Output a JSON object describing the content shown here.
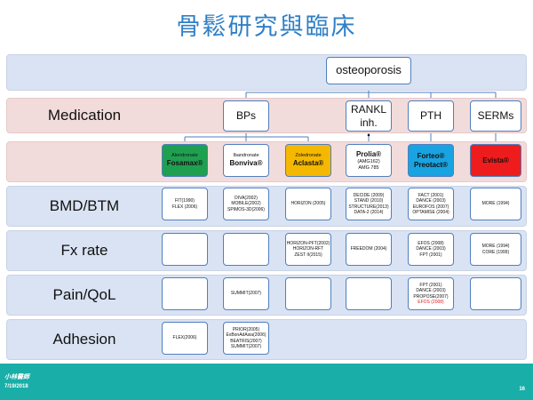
{
  "title": "骨鬆研究與臨床",
  "root": "osteoporosis",
  "rows": {
    "medication": "Medication",
    "bmd": "BMD/BTM",
    "fx": "Fx rate",
    "pain": "Pain/QoL",
    "adhesion": "Adhesion"
  },
  "categories": {
    "bps": "BPs",
    "rankl_line1": "RANKL",
    "rankl_line2": "inh.",
    "pth": "PTH",
    "serms": "SERMs"
  },
  "drugs": {
    "alendronate": {
      "generic": "Alendronate",
      "brand": "Fosamax®",
      "color": "#1fa050"
    },
    "ibandronate": {
      "generic": "Ibandronate",
      "brand": "Bonviva®",
      "color": "#ffffff"
    },
    "zoledronate": {
      "generic": "Zoledronate",
      "brand": "Aclasta®",
      "color": "#f5b800"
    },
    "denosumab": {
      "brand": "Prolia®",
      "code": "(AMG162)",
      "code2": "AMG 785",
      "color": "#ffffff"
    },
    "pth": {
      "brand1": "Forteo®",
      "brand2": "Preotact®",
      "color": "#19a3e0"
    },
    "serm": {
      "brand": "Evista®",
      "color": "#ee1c1c"
    }
  },
  "cells": {
    "bmd_alen": [
      "FIT(1990)",
      "FLEX (2006)"
    ],
    "bmd_iban": [
      "DIVA(2002)",
      "MOBILE(2002)",
      "SPIMOS-3D(2006)"
    ],
    "bmd_zol": [
      "HORIZON (2005)"
    ],
    "bmd_den": [
      "DECIDE (2009)",
      "STAND (2010)",
      "STRUCTURE(2013)",
      "DATA-2 (2014)"
    ],
    "bmd_pth": [
      "FACT (2001)",
      "DANCE (2003)",
      "EUROFOS (2007)",
      "OPTAMISE (2004)"
    ],
    "bmd_serm": [
      "MORE (1994)"
    ],
    "fx_zol": [
      "HORIZON-PFT(2002)",
      "HORIZON-RFT",
      "ZEST II(2015)"
    ],
    "fx_den": [
      "FREEDOM (2004)"
    ],
    "fx_pth": [
      "EFOS (2008)",
      "DANCE (2003)",
      "FPT (2001)"
    ],
    "fx_serm": [
      "MORE (1994)",
      "CORE (1999)"
    ],
    "pain_iban": [
      "SUMMIT(2007)"
    ],
    "pain_pth": [
      "FPT (2001)",
      "DANCE (2003)",
      "PROPOSE(2007)"
    ],
    "pain_pth_red": "EFOS (2008)",
    "adh_alen": [
      "FLEX(2006)"
    ],
    "adh_iban": [
      "PRIOR(2005)",
      "ExBonAdAsia(2006)",
      "BEATRIS(2007)",
      "SUMMIT(2007)"
    ]
  },
  "footer": {
    "name": "小林醫師",
    "date": "7/19/2018",
    "page": "16"
  }
}
